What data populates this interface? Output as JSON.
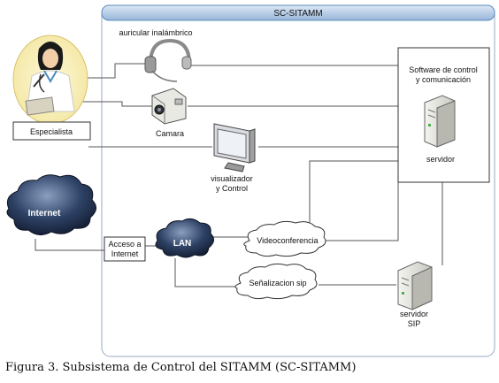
{
  "system": {
    "title": "SC-SITAMM"
  },
  "nodes": {
    "especialista": "Especialista",
    "auricular": "auricular inalámbrico",
    "camara": "Camara",
    "visualizador_line1": "visualizador",
    "visualizador_line2": "y Control",
    "software_line1": "Software de control",
    "software_line2": "y comunicación",
    "servidor": "servidor",
    "internet": "Internet",
    "acceso_line1": "Acceso a",
    "acceso_line2": "Internet",
    "lan": "LAN",
    "videoconferencia": "Videoconferencia",
    "senalizacion": "Señalizacion sip",
    "servidor_sip_line1": "servidor",
    "servidor_sip_line2": "SIP"
  },
  "caption": "Figura 3. Subsistema de Control del SITAMM (SC-SITAMM)",
  "colors": {
    "frame": "#5b8bbf",
    "header_top": "#d9e6f4",
    "header_bottom": "#9db9dc",
    "cloud_dark": "#1c2b45",
    "cloud_light": "#6f84a6"
  }
}
